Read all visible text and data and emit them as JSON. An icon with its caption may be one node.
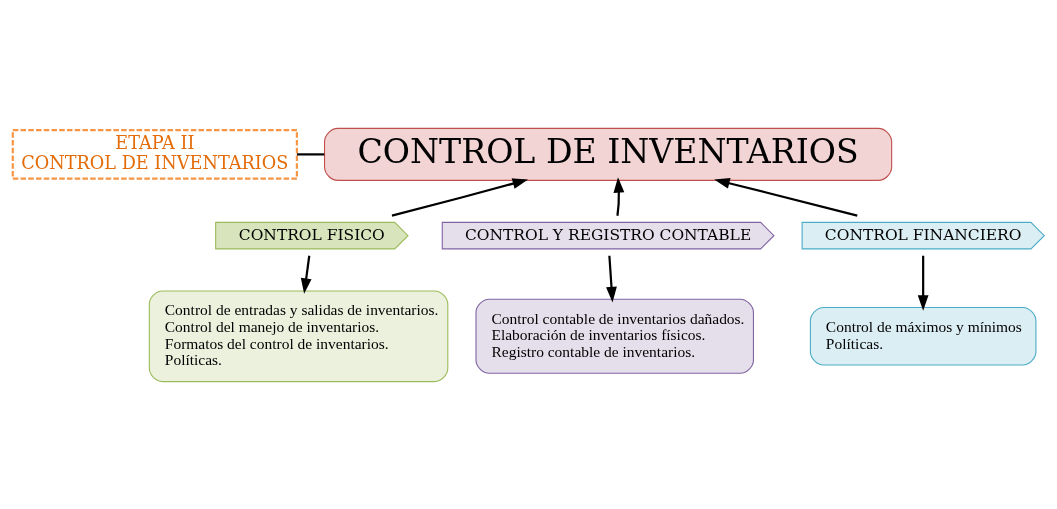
{
  "diagram": {
    "nodes": [
      {
        "text": [
          "ETAPA II",
          "CONTROL DE INVENTARIOS"
        ]
      },
      {
        "text": [
          "CONTROL DE INVENTARIOS"
        ]
      },
      {
        "text": [
          "CONTROL FISICO"
        ]
      },
      {
        "text": [
          "CONTROL Y REGISTRO CONTABLE"
        ]
      },
      {
        "text": [
          "CONTROL FINANCIERO"
        ]
      },
      {
        "text": [
          "Control de entradas y salidas de inventarios.",
          "Control del manejo de inventarios.",
          "Formatos del control de inventarios.",
          "Políticas."
        ]
      },
      {
        "text": [
          "Control contable de inventarios dañados.",
          "Elaboración de inventarios físicos.",
          "Registro contable de inventarios."
        ]
      },
      {
        "text": [
          "Control de máximos y mínimos",
          "Políticas."
        ]
      }
    ],
    "edges": [
      {
        "from": 0,
        "to": 1,
        "arrow": "none"
      },
      {
        "from": 2,
        "to": 1,
        "arrow": "to"
      },
      {
        "from": 3,
        "to": 1,
        "arrow": "to"
      },
      {
        "from": 4,
        "to": 1,
        "arrow": "to"
      },
      {
        "from": 2,
        "to": 5,
        "arrow": "to"
      },
      {
        "from": 3,
        "to": 6,
        "arrow": "to"
      },
      {
        "from": 4,
        "to": 7,
        "arrow": "to"
      }
    ]
  }
}
